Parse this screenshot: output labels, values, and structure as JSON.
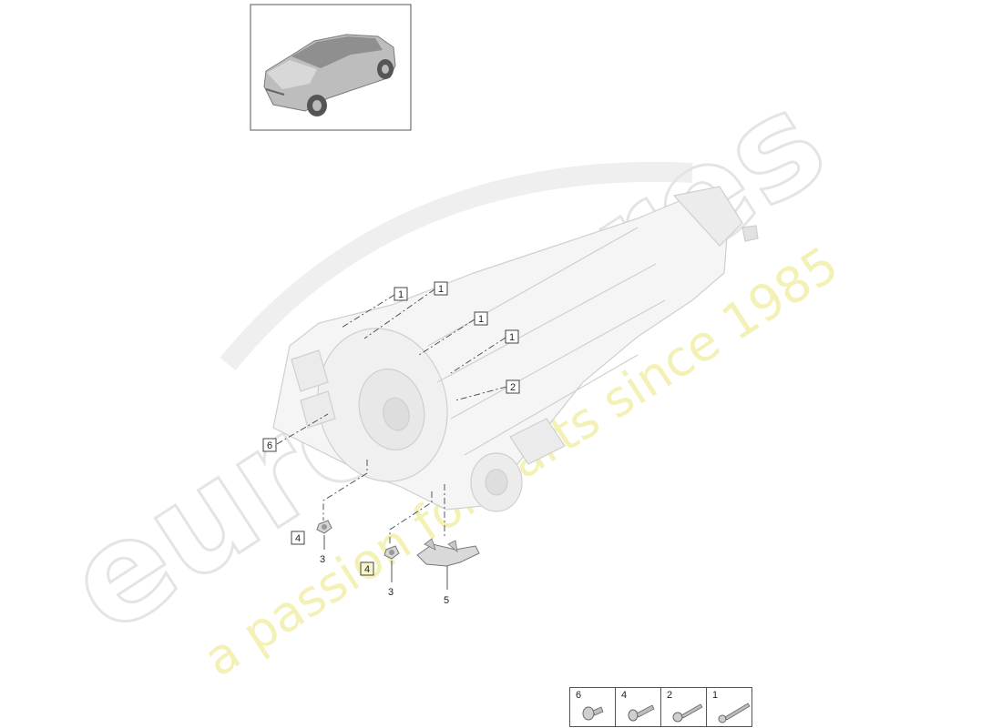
{
  "watermark": {
    "brand": "eurospares",
    "tagline": "a passion for parts since 1985"
  },
  "thumbnail": {
    "subject": "vehicle overview"
  },
  "callouts": [
    {
      "label": "1"
    },
    {
      "label": "1"
    },
    {
      "label": "1"
    },
    {
      "label": "1"
    },
    {
      "label": "2"
    },
    {
      "label": "6"
    },
    {
      "label": "4"
    },
    {
      "label": "4"
    }
  ],
  "part_numbers": [
    {
      "label": "3"
    },
    {
      "label": "3"
    },
    {
      "label": "5"
    }
  ],
  "fastener_table": {
    "cells": [
      {
        "label": "6",
        "icon": "bolt-short-icon"
      },
      {
        "label": "4",
        "icon": "bolt-medium-icon"
      },
      {
        "label": "2",
        "icon": "bolt-long-icon"
      },
      {
        "label": "1",
        "icon": "bolt-longest-icon"
      }
    ]
  },
  "colors": {
    "line": "#555555",
    "watermark_gray": "#e6e6e6",
    "watermark_yellow": "#f2f0b0",
    "callout_box_highlight": "#f7f6c8"
  }
}
